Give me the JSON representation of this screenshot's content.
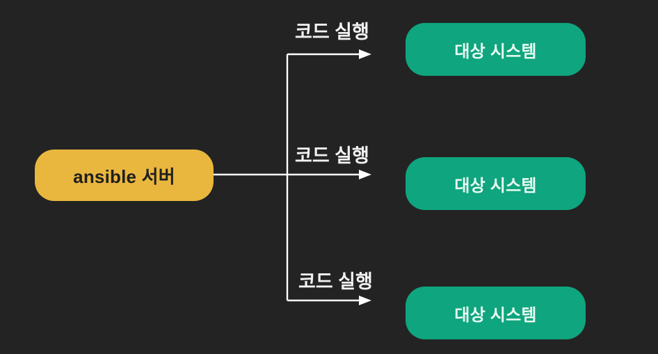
{
  "colors": {
    "background": "#232323",
    "server-fill": "#eab73e",
    "server-text": "#1f1f1f",
    "target-fill": "#0fa57e",
    "target-text": "#e9fbf3",
    "line": "#ffffff",
    "label-text": "#f2f2f2"
  },
  "server": {
    "label": "ansible 서버"
  },
  "edges": [
    {
      "label": "코드 실행"
    },
    {
      "label": "코드 실행"
    },
    {
      "label": "코드 실행"
    }
  ],
  "targets": [
    {
      "label": "대상 시스템"
    },
    {
      "label": "대상 시스템"
    },
    {
      "label": "대상 시스템"
    }
  ]
}
